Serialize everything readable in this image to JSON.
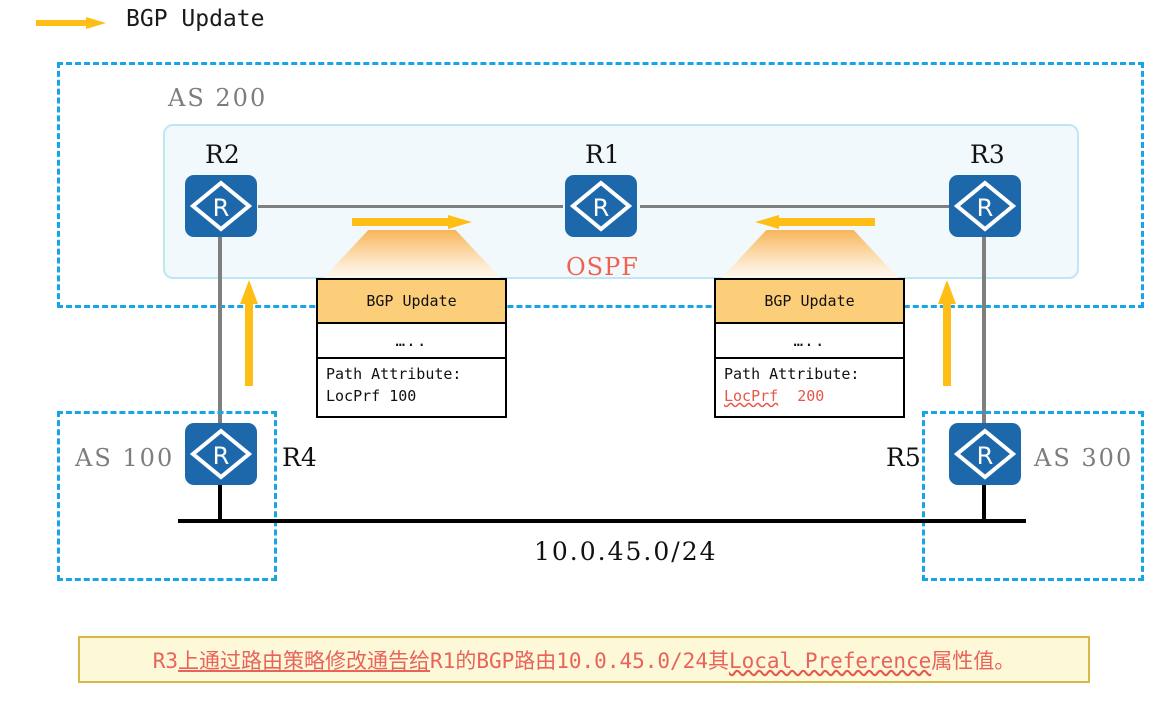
{
  "legend": {
    "arrow_icon": "right-arrow-icon",
    "label": "BGP Update",
    "arrow_color": "#ffbe16"
  },
  "colors": {
    "as_dashed_border": "#16a5e8",
    "inner_panel_fill": "#f1f9fd",
    "inner_panel_border": "#bfe6f5",
    "router_fill": "#1d68ab",
    "link_gray": "#7f7f7f",
    "arrow_yellow": "#ffbe16",
    "msg_header_orange": "#fcce7a",
    "accent_red": "#e8564a",
    "ospf_red": "#f2614e",
    "caption_bg": "#fdf8d8",
    "caption_border": "#d9b84a",
    "as_label_gray": "#7d7d7d"
  },
  "zones": {
    "as200": {
      "label": "AS 200"
    },
    "as100": {
      "label": "AS 100"
    },
    "as300": {
      "label": "AS 300"
    }
  },
  "routers": {
    "r1": {
      "label": "R1",
      "icon": "router-icon"
    },
    "r2": {
      "label": "R2",
      "icon": "router-icon"
    },
    "r3": {
      "label": "R3",
      "icon": "router-icon"
    },
    "r4": {
      "label": "R4",
      "icon": "router-icon"
    },
    "r5": {
      "label": "R5",
      "icon": "router-icon"
    }
  },
  "protocol_label": "OSPF",
  "subnet_label": "10.0.45.0/24",
  "messages": {
    "left": {
      "header": "BGP Update",
      "dots": "…..",
      "attr_title": "Path Attribute:",
      "attr_name": "LocPrf",
      "attr_value": "100",
      "highlight": false
    },
    "right": {
      "header": "BGP Update",
      "dots": "…..",
      "attr_title": "Path Attribute:",
      "attr_name": "LocPrf",
      "attr_value": "200",
      "highlight": true
    }
  },
  "flow_arrows": {
    "left_horizontal": "arrow-right-icon",
    "right_horizontal": "arrow-left-icon",
    "left_vertical": "arrow-up-icon",
    "right_vertical": "arrow-up-icon"
  },
  "caption": {
    "part1": "R3",
    "part2": "上通过路由策略修改通告给",
    "part3": "R1",
    "part4": "的",
    "part5": "BGP",
    "part6": "路由",
    "part7": "10.0.45.0/24",
    "part8": "其",
    "part9": "Local Preference",
    "part10": "属性值。",
    "full": "R3上通过路由策略修改通告给R1的BGP路由10.0.45.0/24其Local Preference属性值。"
  }
}
